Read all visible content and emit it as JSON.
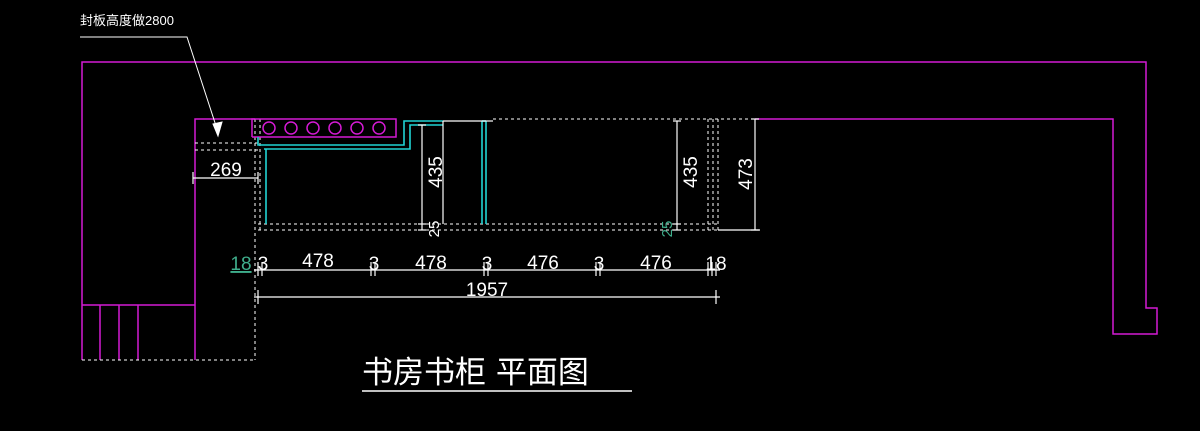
{
  "drawing": {
    "title": "书房书柜  平面图",
    "note": "封板高度做2800"
  },
  "dimensions": {
    "top_depth_left": "435",
    "top_depth_right": "435",
    "overall_depth": "473",
    "return_width": "269",
    "board_left": "25",
    "board_right": "25",
    "side_panel": "18",
    "panel_1": "3",
    "bay_1": "478",
    "panel_2": "3",
    "bay_2": "478",
    "panel_3": "3",
    "bay_3": "476",
    "panel_4": "3",
    "bay_4": "476",
    "end_panel": "18",
    "overall_width": "1957"
  },
  "colors": {
    "wall": "#d41ad4",
    "cabinet": "#20d4d4",
    "dims": "#ffffff",
    "accent": "#3fae8c",
    "background": "#000000"
  }
}
